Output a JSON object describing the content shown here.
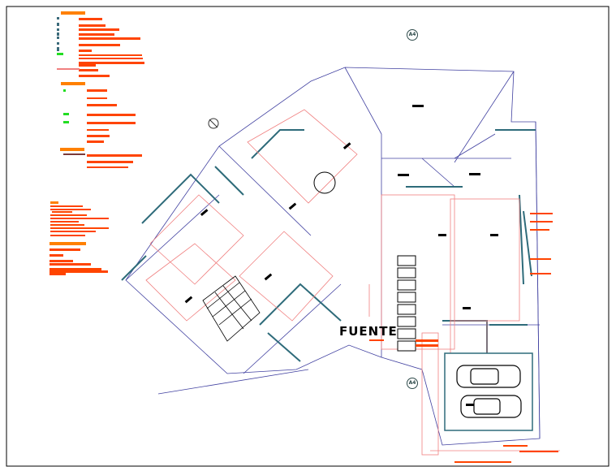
{
  "drawing": {
    "label": "FUENTE",
    "section_markers": [
      "A4",
      "A4"
    ]
  },
  "colors": {
    "annotation": "#ff4400",
    "legend_header": "#ff8000",
    "outline": "#4040a0",
    "wall": "#2e6b7a",
    "grid_line": "#f08080",
    "green_symbol": "#22dd22"
  }
}
